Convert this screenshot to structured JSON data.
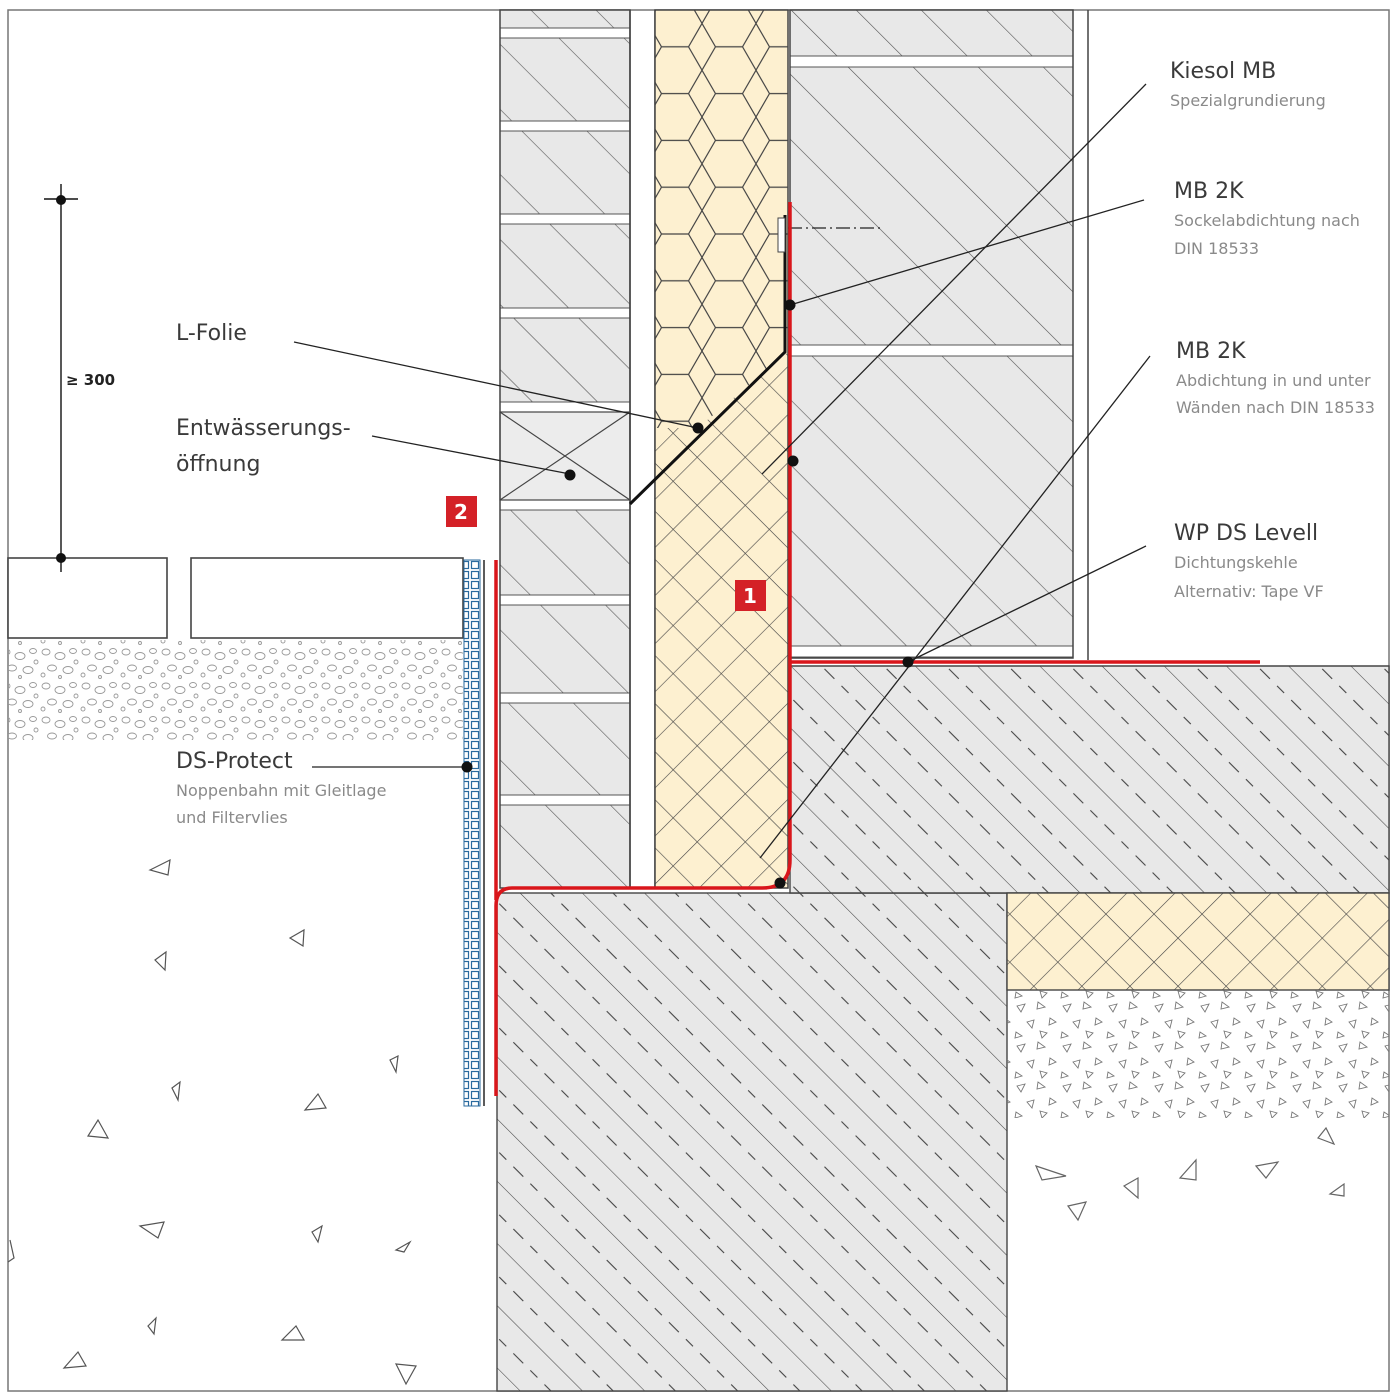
{
  "labels": {
    "kiesol_title": "Kiesol MB",
    "kiesol_sub": "Spezialgrundierung",
    "mb2k_a_title": "MB 2K",
    "mb2k_a_sub1": "Sockelabdichtung nach",
    "mb2k_a_sub2": "DIN 18533",
    "mb2k_b_title": "MB 2K",
    "mb2k_b_sub1": "Abdichtung in und unter",
    "mb2k_b_sub2": "Wänden nach DIN 18533",
    "wp_title": "WP DS Levell",
    "wp_sub1": "Dichtungskehle",
    "wp_sub2": "Alternativ: Tape VF",
    "lfolie_title": "L-Folie",
    "entw_title1": "Entwässerungs-",
    "entw_title2": "öffnung",
    "ds_title": "DS-Protect",
    "ds_sub1": "Noppenbahn mit Gleitlage",
    "ds_sub2": "und Filtervlies"
  },
  "dimension": {
    "text": "≥ 300"
  },
  "badges": {
    "one": "1",
    "two": "2"
  },
  "colors": {
    "waterproofing_red": "#d9161b",
    "badge_red": "#d42127",
    "insulation": "#fdf0d0",
    "concrete_grey": "#e8e8e8",
    "outline": "#444444"
  }
}
